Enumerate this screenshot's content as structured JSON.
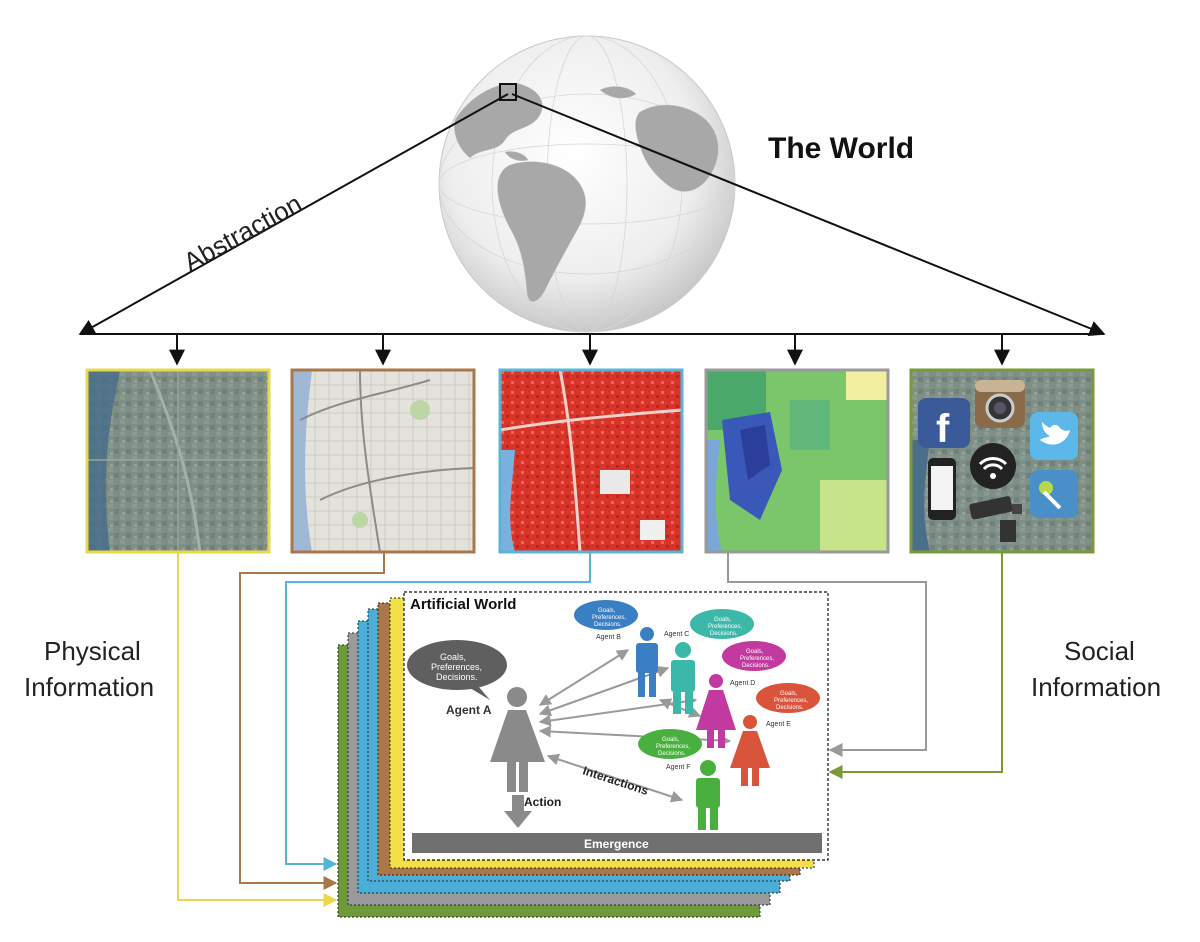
{
  "title": "The World",
  "abstraction_label": "Abstraction",
  "left_label": [
    "Physical",
    "Information"
  ],
  "right_label": [
    "Social",
    "Information"
  ],
  "layers": [
    {
      "type": "satellite",
      "border": "#e8d84a"
    },
    {
      "type": "street-map",
      "border": "#a9774a"
    },
    {
      "type": "land-use",
      "border": "#5ab4d6"
    },
    {
      "type": "choropleth",
      "border": "#9a9a9a"
    },
    {
      "type": "social-media",
      "border": "#7a9a3a"
    }
  ],
  "artificial_world": {
    "title": "Artificial World",
    "agent_a": "Agent A",
    "bubble_a": [
      "Goals,",
      "Preferences,",
      "Decisions."
    ],
    "bubble_small": [
      "Goals,",
      "Preferences,",
      "Decisions."
    ],
    "agents": [
      "Agent B",
      "Agent C",
      "Agent D",
      "Agent E",
      "Agent F"
    ],
    "interactions_label": "Interactions",
    "action_label": "Action",
    "emergence_label": "Emergence",
    "colors": {
      "agent_a": "#8a8a8a",
      "agent_b": "#3a7ec4",
      "agent_c": "#3cb8a8",
      "agent_d": "#c23aa0",
      "agent_e": "#d9543a",
      "agent_f": "#49b040"
    }
  },
  "social_icons": [
    "facebook-icon",
    "instagram-icon",
    "twitter-icon",
    "phone-icon",
    "wifi-icon",
    "cctv-icon",
    "foursquare-icon"
  ]
}
